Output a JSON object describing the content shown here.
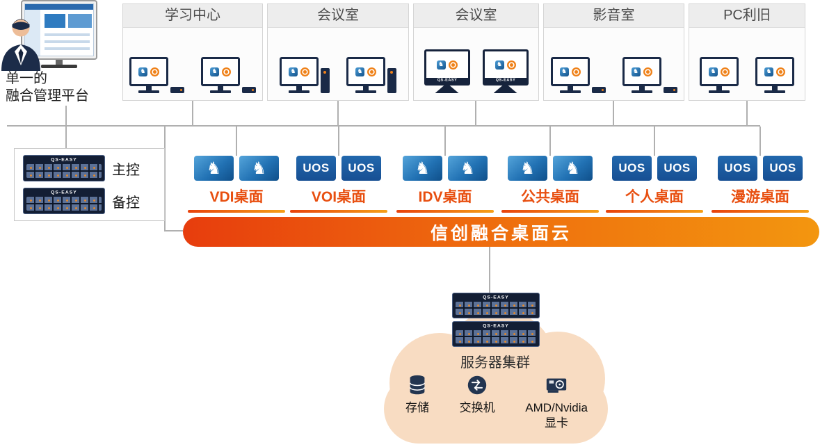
{
  "admin": {
    "label_line1": "单一的",
    "label_line2": "融合管理平台"
  },
  "brand": "QS-EASY",
  "rooms": [
    {
      "label": "学习中心"
    },
    {
      "label": "会议室"
    },
    {
      "label": "会议室"
    },
    {
      "label": "影音室"
    },
    {
      "label": "PC利旧"
    }
  ],
  "control": {
    "primary": "主控",
    "backup": "备控"
  },
  "desktops": [
    {
      "label": "VDI桌面",
      "os": "kylin"
    },
    {
      "label": "VOI桌面",
      "os": "uos"
    },
    {
      "label": "IDV桌面",
      "os": "kylin"
    },
    {
      "label": "公共桌面",
      "os": "kylin"
    },
    {
      "label": "个人桌面",
      "os": "uos"
    },
    {
      "label": "漫游桌面",
      "os": "uos"
    }
  ],
  "uos_label": "UOS",
  "banner": {
    "title": "信创融合桌面云"
  },
  "cluster": {
    "label": "服务器集群",
    "components": [
      {
        "label": "存储"
      },
      {
        "label": "交换机"
      },
      {
        "label": "AMD/Nvidia",
        "sublabel": "显卡"
      }
    ]
  },
  "icons": {
    "kylin_glyph": "♞"
  },
  "colors": {
    "accent_orange": "#e8480e",
    "banner_gradient_start": "#e8420c",
    "banner_gradient_end": "#f3960f",
    "kylin_blue": "#2272b4",
    "uos_blue": "#174f93",
    "navy": "#1a2a47",
    "cloud_fill": "#f8dcc2",
    "line_gray": "#b0b0b0"
  }
}
